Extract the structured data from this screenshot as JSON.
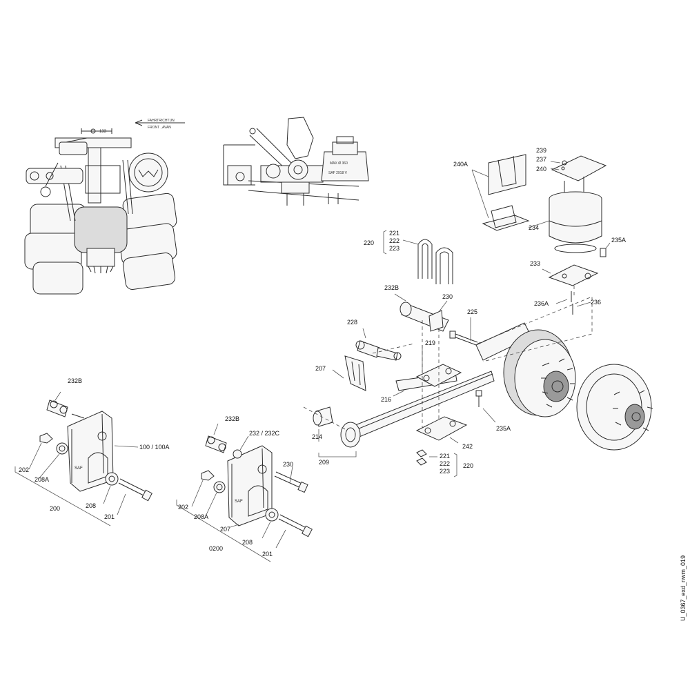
{
  "direction_note": {
    "line1": "FAHRTRICHTUN",
    "line2": "FRONT , AVAN"
  },
  "dim_133": "133",
  "spring_plate": {
    "line1": "MAX Ø 360",
    "line2": "SAF 2918 V"
  },
  "drawing_id": "U_0367_exd_nwm_019",
  "brand_mark": "SAF",
  "callouts": {
    "c239": "239",
    "c237": "237",
    "c240": "240",
    "c240A": "240A",
    "c234": "234",
    "c235A_top": "235A",
    "c233": "233",
    "c236A": "236A",
    "c236": "236",
    "c220_top_a": "221",
    "c220_top_b": "222",
    "c220_top_c": "223",
    "c220_top": "220",
    "c232B_mid": "232B",
    "c230_mid": "230",
    "c225": "225",
    "c228": "228",
    "c219": "219",
    "c207_mid": "207",
    "c216": "216",
    "c214": "214",
    "c209": "209",
    "c242": "242",
    "c235A_bot": "235A",
    "c220_bot_a": "221",
    "c220_bot_b": "222",
    "c220_bot_c": "223",
    "c220_bot": "220",
    "c232B_l": "232B",
    "c100": "100 / 100A",
    "c202_l": "202",
    "c208A_l": "208A",
    "c208_l": "208",
    "c201_l": "201",
    "c200": "200",
    "c232B_m": "232B",
    "c232_232C": "232 / 232C",
    "c230_m": "230",
    "c202_m": "202",
    "c208A_m": "208A",
    "c207_m": "207",
    "c0200": "0200",
    "c208_m": "208",
    "c201_m": "201"
  }
}
